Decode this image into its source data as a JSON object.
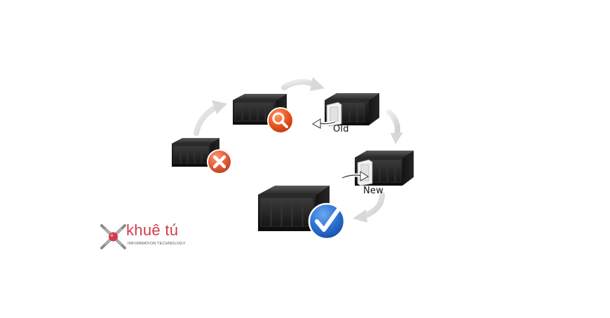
{
  "labels": {
    "old": "Old",
    "new": "New"
  },
  "logo": {
    "name": "khuê tú",
    "tagline": "INFORMATION TECHNOLOGY"
  },
  "steps": [
    {
      "status_icon": "x-icon"
    },
    {
      "status_icon": "search-icon"
    },
    {
      "status_icon": "drive-out-arrow-icon"
    },
    {
      "status_icon": "drive-in-arrow-icon"
    },
    {
      "status_icon": "check-icon"
    }
  ],
  "colors": {
    "nas_body": "#1a1a1a",
    "error_badge": "#e05a2a",
    "search_badge": "#e0461c",
    "success_badge": "#2468c9",
    "cycle_arrow": "#dcdcdc",
    "logo_brand": "#d23b4c"
  }
}
